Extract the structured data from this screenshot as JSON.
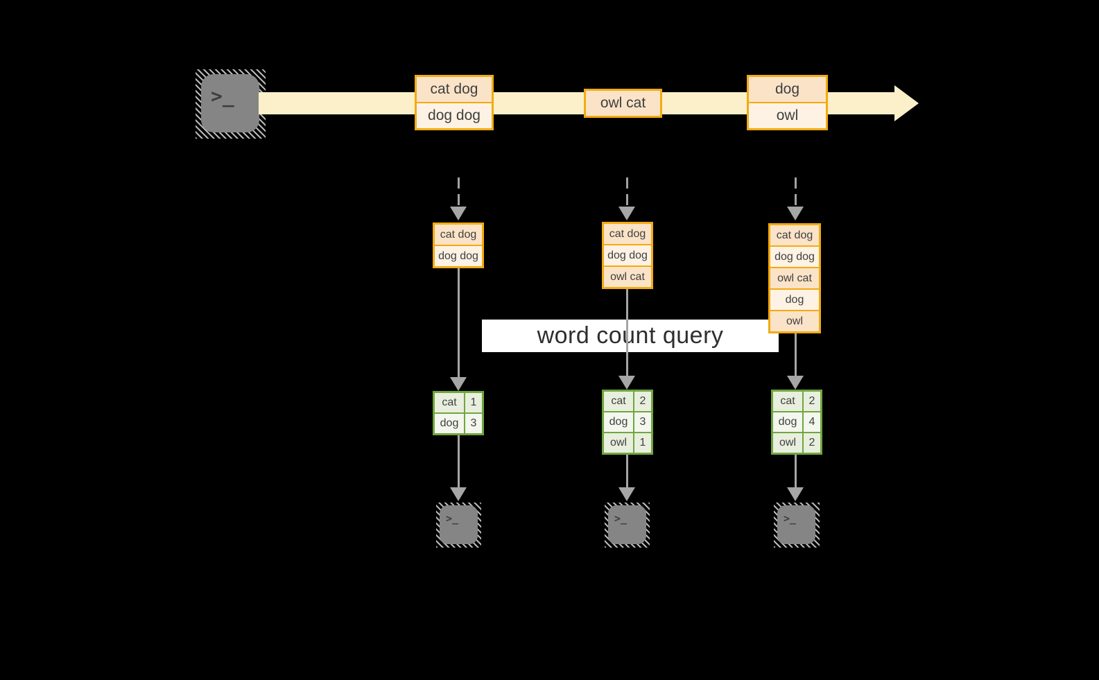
{
  "icons": {
    "terminal_glyph": ">_"
  },
  "stream": {
    "events": [
      {
        "lines": [
          "cat dog",
          "dog dog"
        ]
      },
      {
        "lines": [
          "owl cat"
        ]
      },
      {
        "lines": [
          "dog",
          "owl"
        ]
      }
    ]
  },
  "batches": [
    {
      "lines": [
        "cat dog",
        "dog dog"
      ]
    },
    {
      "lines": [
        "cat dog",
        "dog dog",
        "owl cat"
      ]
    },
    {
      "lines": [
        "cat dog",
        "dog dog",
        "owl cat",
        "dog",
        "owl"
      ]
    }
  ],
  "query": {
    "label": "word count query"
  },
  "results": [
    {
      "rows": [
        {
          "word": "cat",
          "count": "1"
        },
        {
          "word": "dog",
          "count": "3"
        }
      ]
    },
    {
      "rows": [
        {
          "word": "cat",
          "count": "2"
        },
        {
          "word": "dog",
          "count": "3"
        },
        {
          "word": "owl",
          "count": "1"
        }
      ]
    },
    {
      "rows": [
        {
          "word": "cat",
          "count": "2"
        },
        {
          "word": "dog",
          "count": "4"
        },
        {
          "word": "owl",
          "count": "2"
        }
      ]
    }
  ],
  "colors": {
    "background": "#000000",
    "stream_band": "#FBF0CA",
    "box_border": "#F2AB10",
    "cell_peach": "#FBE3C8",
    "cell_cream": "#FDF2E4",
    "green_border": "#70A63F",
    "green_cell_a": "#E8EFDE",
    "green_cell_b": "#F3F7EE",
    "arrow_gray": "#A6A6A6",
    "terminal_gray": "#858585",
    "text": "#3F3F3F"
  }
}
